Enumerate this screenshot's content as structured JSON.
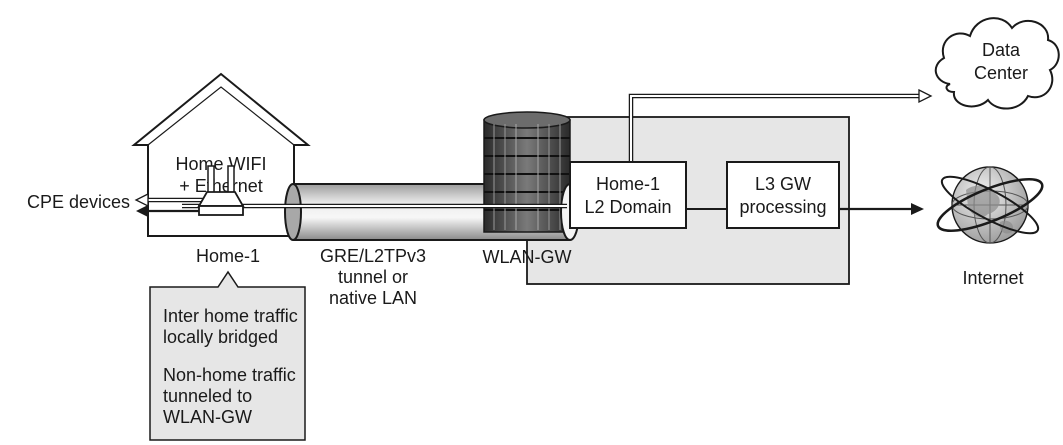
{
  "home": {
    "wifi_line1": "Home WIFI",
    "wifi_line2": "+ Ethernet",
    "name": "Home-1"
  },
  "cpe_label": "CPE devices",
  "tunnel": {
    "line1": "GRE/L2TPv3",
    "line2": "tunnel or",
    "line3": "native LAN"
  },
  "gateway": {
    "name": "WLAN-GW"
  },
  "l2_domain": {
    "line1": "Home-1",
    "line2": "L2 Domain"
  },
  "l3_gw": {
    "line1": "L3 GW",
    "line2": "processing"
  },
  "data_center": {
    "line1": "Data",
    "line2": "Center"
  },
  "internet": {
    "label": "Internet"
  },
  "callout": {
    "line1": "Inter home traffic",
    "line2": "locally bridged",
    "line3": "Non-home traffic",
    "line4": "tunneled to",
    "line5": "WLAN-GW"
  },
  "colors": {
    "ink": "#1a1a1a",
    "panel_fill": "#e6e6e6",
    "house_fill": "#ffffff",
    "tunnel_fill": "#d4d4d4",
    "globe_fill": "#cfcfcf"
  }
}
